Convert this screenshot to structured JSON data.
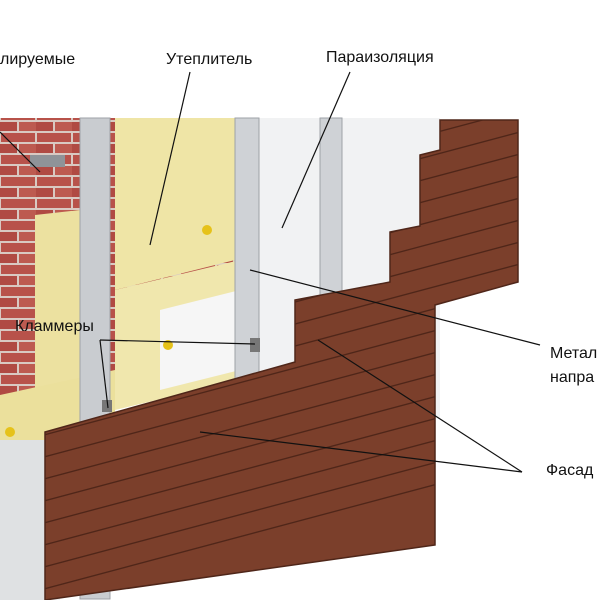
{
  "labels": {
    "anchors": "лируемые",
    "insulation": "Утеплитель",
    "vapor_barrier": "Параизоляция",
    "clamps": "Кламмеры",
    "metal_line1": "Метал",
    "metal_line2": "напра",
    "facade": "Фасад"
  },
  "colors": {
    "brick": "#b8524a",
    "mortar": "#d9c9c2",
    "insulation": "#efe5a6",
    "vapor_barrier": "#f3f4f5",
    "rail": "#c9ccd0",
    "siding": "#7b3f2b",
    "siding_groove": "#4f2619"
  }
}
